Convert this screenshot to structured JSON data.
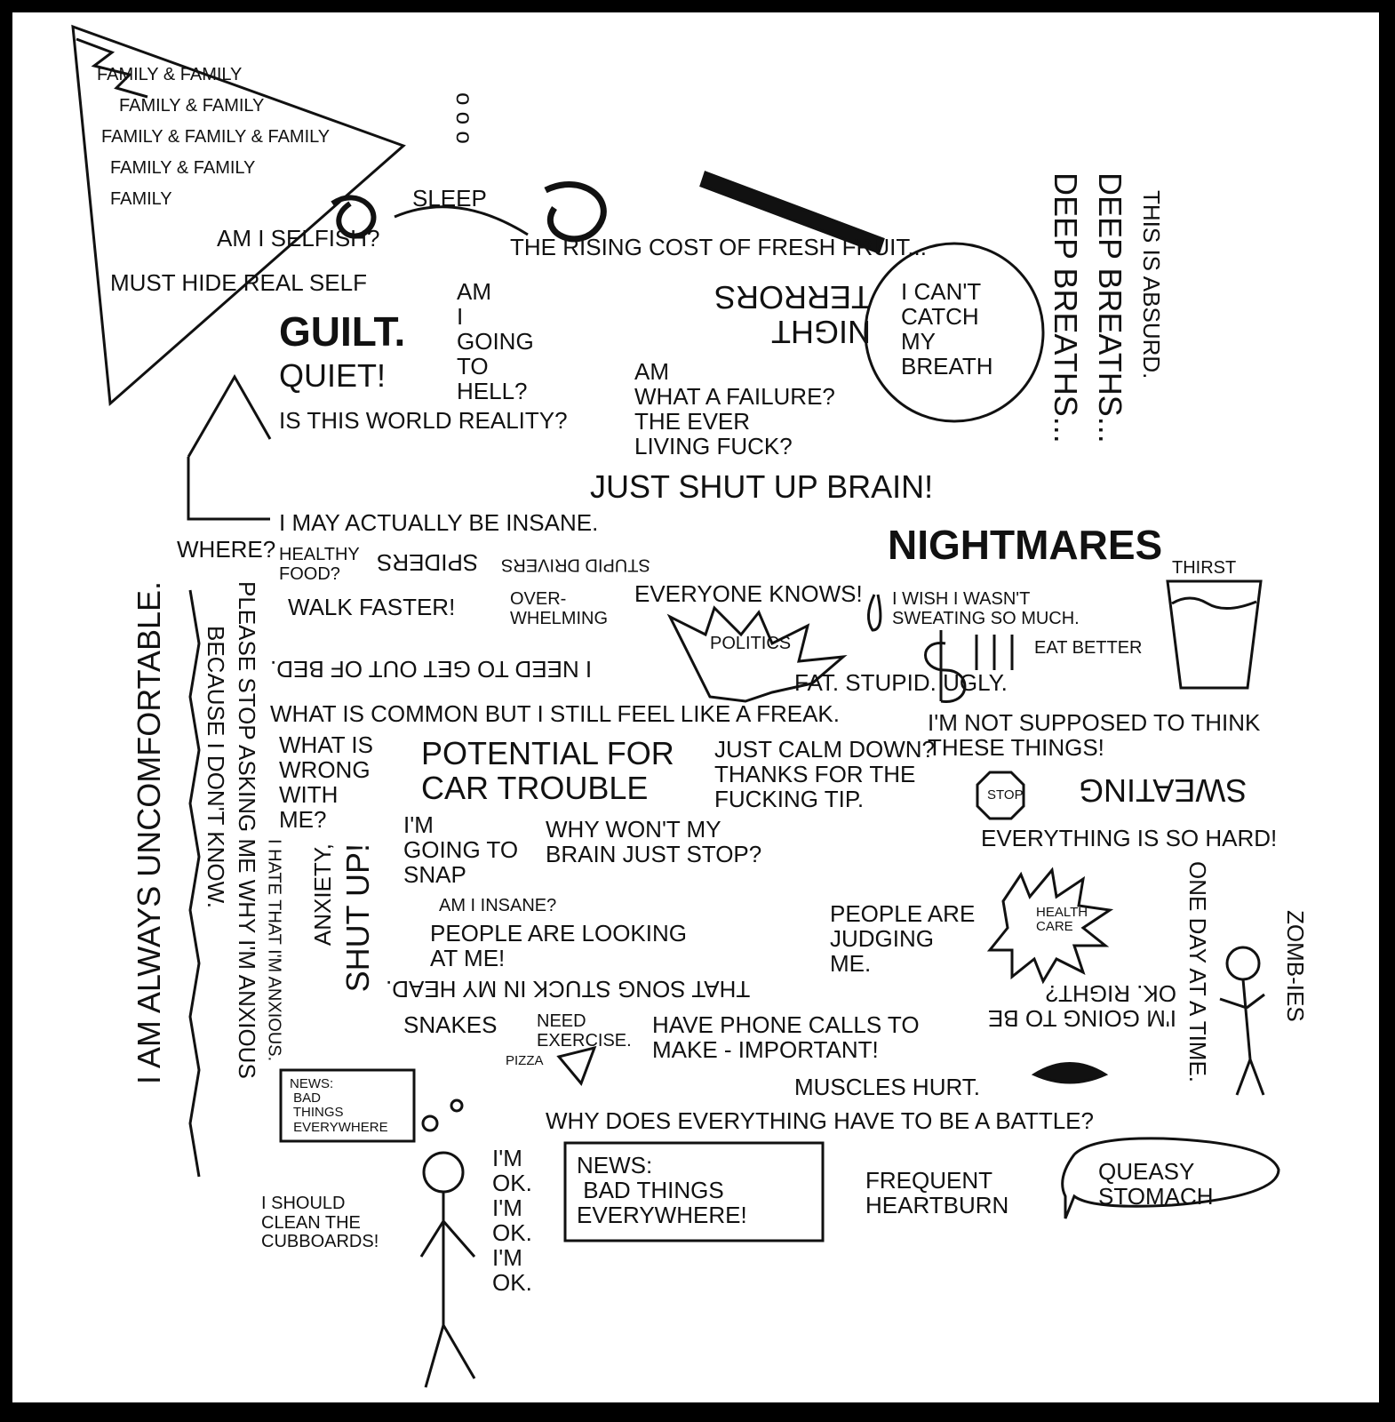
{
  "family": [
    "FAMILY",
    "FAMILY & FAMILY",
    "FAMILY & FAMILY & FAMILY",
    "FAMILY & FAMILY",
    "FAMILY & FAMILY"
  ],
  "phrases": {
    "selfish": "AM I SELFISH?",
    "hide": "MUST HIDE REAL SELF",
    "sleep": "SLEEP",
    "thought_bubbles": "o o o",
    "guilt": "GUILT.",
    "quiet": "QUIET!",
    "reality": "IS THIS WORLD REALITY?",
    "hell": "AM\nI\nGOING\nTO\nHELL?",
    "insane_maybe": "I MAY ACTUALLY BE INSANE.",
    "fruit": "THE RISING COST OF FRESH FRUIT...",
    "night_terrors": "NIGHT\nTERRORS",
    "breath": "I CAN'T\nCATCH\nMY\nBREATH",
    "deep1": "DEEP BREATHS...",
    "deep2": "DEEP BREATHS...",
    "absurd": "THIS IS ABSURD.",
    "failure": "AM\nWHAT A FAILURE?\nTHE EVER\nLIVING FUCK?",
    "shut_brain": "JUST SHUT UP BRAIN!",
    "everyone": "EVERYONE KNOWS!",
    "politics": "POLITICS",
    "nightmares": "NIGHTMARES",
    "thirst": "THIRST",
    "sweat": "I WISH I WASN'T\nSWEATING SO MUCH.",
    "eat": "EAT BETTER",
    "not_supposed": "I'M NOT SUPPOSED TO THINK\nTHESE THINGS!",
    "sweating": "SWEATING",
    "hard": "EVERYTHING IS SO HARD!",
    "one_day": "ONE DAY AT A TIME.",
    "zombies": "ZOMB-IES",
    "be_ok": "I'M GOING TO BE OK. RIGHT?",
    "health": "HEALTH\nCARE",
    "judging": "PEOPLE ARE\nJUDGING\nME.",
    "phone": "HAVE PHONE CALLS TO MAKE - IMPORTANT!",
    "muscles": "MUSCLES HURT.",
    "battle": "WHY DOES EVERYTHING HAVE TO BE A BATTLE?",
    "queasy": "QUEASY\nSTOMACH",
    "heartburn": "FREQUENT\nHEARTBURN",
    "news_big": "NEWS:\n BAD THINGS\nEVERYWHERE!",
    "ok": "I'M\nOK.\nI'M\nOK.\nI'M\nOK.",
    "news_small": "NEWS:\n BAD\n THINGS\n EVERYWHERE",
    "cupboards": "I SHOULD\nCLEAN THE\nCUBBOARDS!",
    "pizza": "PIZZA",
    "exercise": "NEED\nEXERCISE.",
    "snakes": "SNAKES",
    "song": "THAT SONG STUCK IN MY HEAD.",
    "looking": "PEOPLE ARE LOOKING\nAT ME!",
    "am_insane": "AM I INSANE?",
    "brain_stop": "WHY WON'T MY\nBRAIN JUST STOP?",
    "snap": "I'M\nGOING TO\nSNAP",
    "car": "POTENTIAL FOR\nCAR TROUBLE",
    "calm": "JUST CALM DOWN? THANKS FOR THE FUCKING TIP.",
    "fat": "FAT. STUPID. UGLY.",
    "stop_sign": "STOP",
    "freak": "WHAT IS COMMON BUT I STILL FEEL LIKE A FREAK.",
    "wrong": "WHAT IS\nWRONG\nWITH\nME?",
    "bed": "I NEED TO GET OUT OF BED.",
    "walk": "WALK FASTER!",
    "spiders": "SPIDERS",
    "healthy": "HEALTHY\nFOOD?",
    "drivers": "STUPID DRIVERS",
    "overwhelm": "OVER-\nWHELMING",
    "where": "WHERE?",
    "please": "PLEASE STOP ASKING ME WHY I'M ANXIOUS",
    "because": "BECAUSE I DON'T KNOW.",
    "hate": "I HATE THAT I'M ANXIOUS.",
    "anxiety": "ANXIETY,",
    "shut_up": "SHUT UP!",
    "uncomfortable": "I AM ALWAYS UNCOMFORTABLE."
  }
}
